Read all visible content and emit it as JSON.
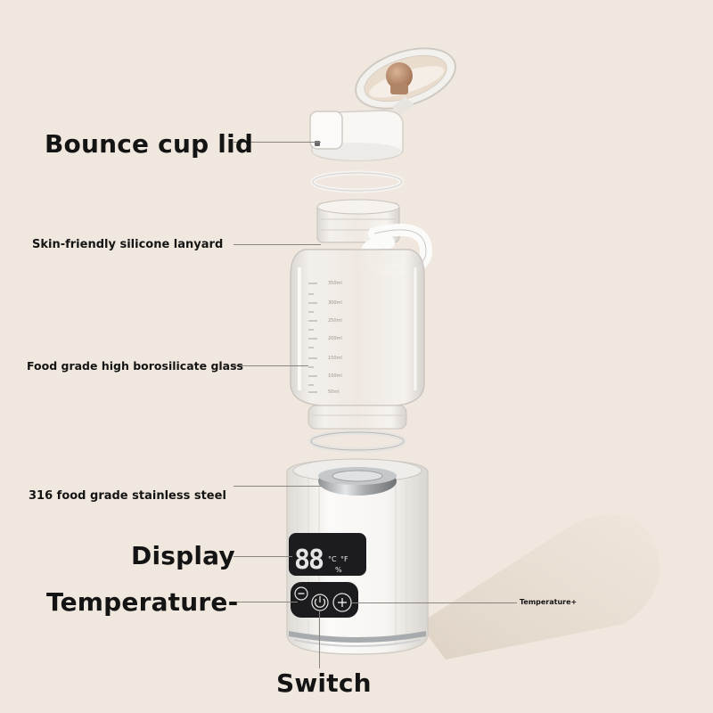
{
  "labels": {
    "bounce_cup_lid": "Bounce cup lid",
    "silicone_lanyard": "Skin-friendly silicone lanyard",
    "borosilicate_glass": "Food grade high borosilicate glass",
    "stainless_steel": "316 food grade stainless steel",
    "display": "Display",
    "temperature_minus": "Temperature-",
    "temperature_plus": "Temperature+",
    "switch": "Switch"
  },
  "bottle_scale": {
    "marks": [
      "350ml",
      "300ml",
      "250ml",
      "200ml",
      "150ml",
      "100ml",
      "50ml"
    ]
  },
  "display_panel": {
    "digits": "88",
    "unit_celsius": "°C",
    "unit_fahrenheit": "°F",
    "unit_percent": "%"
  },
  "buttons": {
    "minus_symbol": "−",
    "plus_symbol": "+"
  },
  "colors": {
    "background": "#f0e8de",
    "body_white": "#f7f6f3",
    "panel_dark": "#1c1c1e",
    "wood_ball": "#b8896a"
  }
}
